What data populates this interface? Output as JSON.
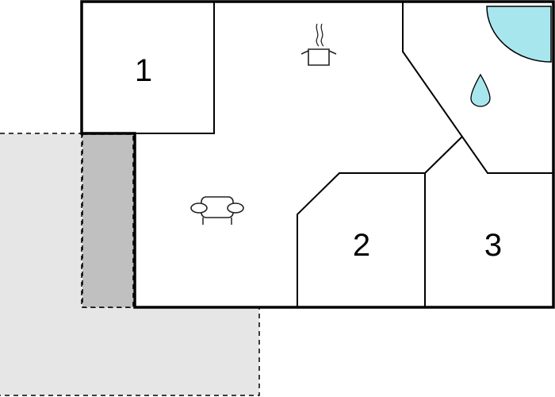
{
  "rooms": [
    {
      "id": "room-1",
      "label": "1"
    },
    {
      "id": "room-2",
      "label": "2"
    },
    {
      "id": "room-3",
      "label": "3"
    }
  ],
  "icons": {
    "kitchen": "cooking-pot-icon",
    "living": "armchair-icon",
    "bathroom": "water-drop-icon",
    "shower": "shower-quarter-circle-icon"
  },
  "colors": {
    "terrace_fill": "#e6e6e6",
    "shaded_fill": "#c0c0c0",
    "water": "#a8e6ee",
    "walls": "#000000"
  }
}
